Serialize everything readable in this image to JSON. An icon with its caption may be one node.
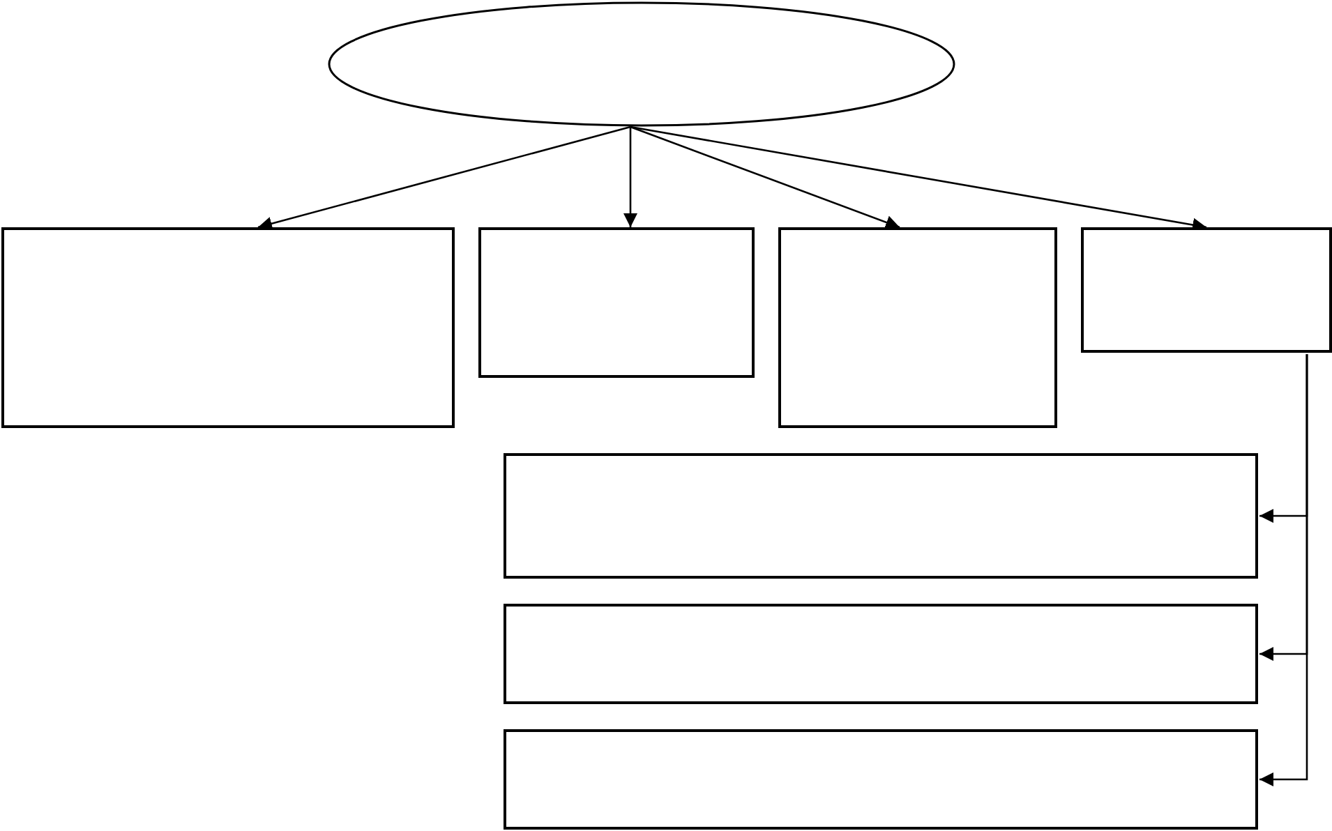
{
  "diagram": {
    "nodes": [
      {
        "text": [],
        "shape": "ellipse"
      },
      {
        "text": [],
        "shape": "box"
      },
      {
        "text": [],
        "shape": "box"
      },
      {
        "text": [],
        "shape": "box"
      },
      {
        "text": [],
        "shape": "box"
      },
      {
        "text": [],
        "shape": "box"
      },
      {
        "text": [],
        "shape": "box"
      },
      {
        "text": [],
        "shape": "box"
      }
    ],
    "edges": [
      {
        "from": 0,
        "to": 1,
        "arrow": "to"
      },
      {
        "from": 0,
        "to": 2,
        "arrow": "to"
      },
      {
        "from": 0,
        "to": 3,
        "arrow": "to"
      },
      {
        "from": 0,
        "to": 4,
        "arrow": "to"
      },
      {
        "from": 4,
        "to": 5,
        "arrow": "to"
      },
      {
        "from": 4,
        "to": 6,
        "arrow": "to"
      },
      {
        "from": 4,
        "to": 7,
        "arrow": "to"
      }
    ]
  }
}
